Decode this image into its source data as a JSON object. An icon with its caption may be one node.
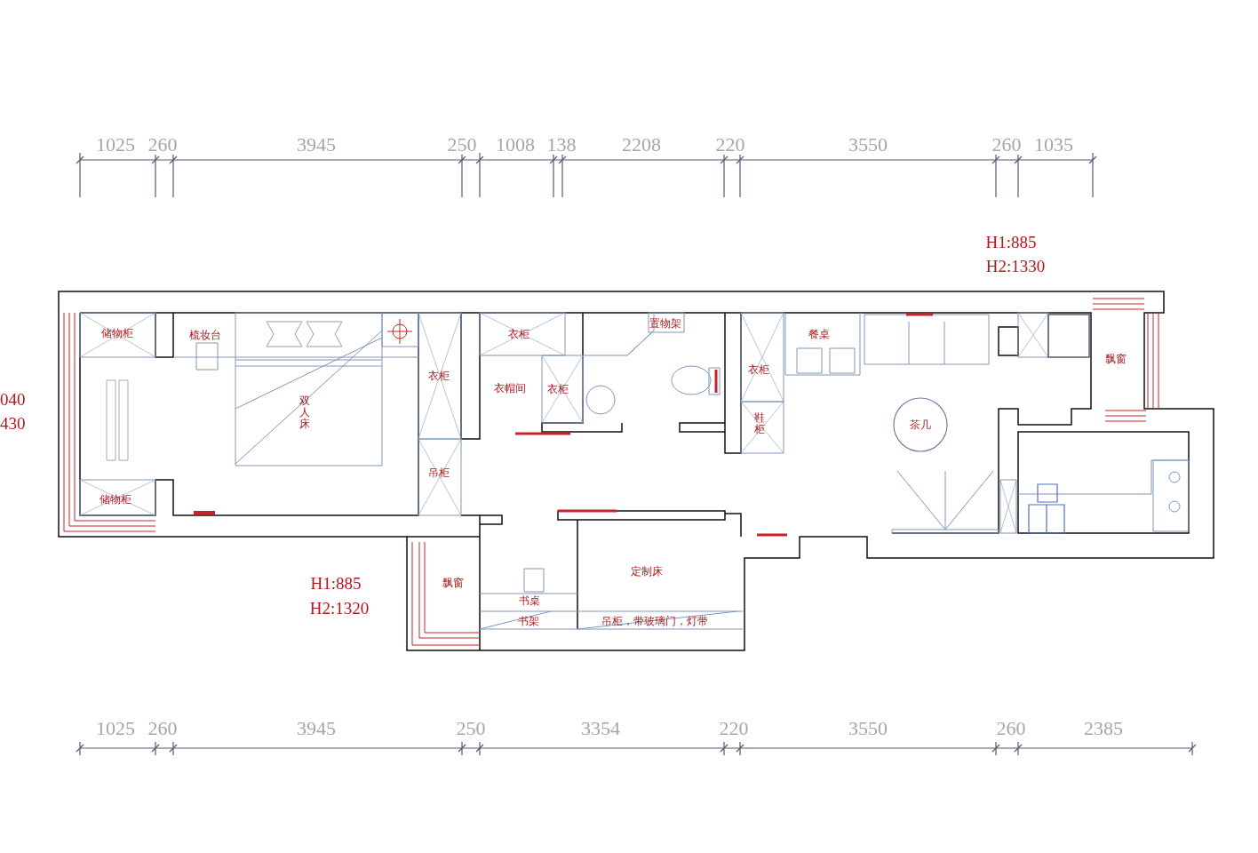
{
  "diagram": {
    "labels": [
      "1025",
      "260",
      "3945",
      "250",
      "1008",
      "138",
      "2208",
      "220",
      "3550",
      "260",
      "1035",
      "H1:885",
      "H2:1330",
      "040",
      "430",
      "储物柜",
      "梳妆台",
      "双人床",
      "衣柜",
      "吊柜",
      "储物柜",
      "衣柜",
      "衣帽间",
      "衣柜",
      "置物架",
      "衣柜",
      "鞋柜",
      "餐桌",
      "茶几",
      "飘窗",
      "H1:885",
      "H2:1320",
      "飘窗",
      "定制床",
      "书桌",
      "书架",
      "吊柜，带玻璃门，灯带",
      "1025",
      "260",
      "3945",
      "250",
      "3354",
      "220",
      "3550",
      "260",
      "2385"
    ]
  }
}
